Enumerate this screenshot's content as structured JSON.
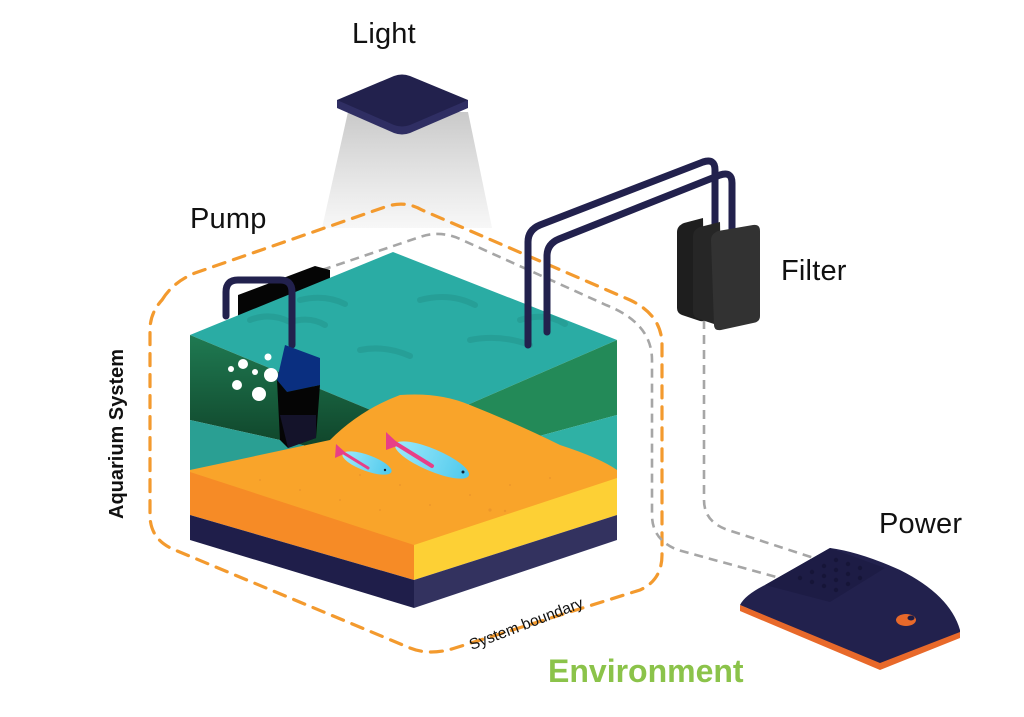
{
  "diagram": {
    "title": "Aquarium System",
    "labels": {
      "light": "Light",
      "pump": "Pump",
      "filter": "Filter",
      "power": "Power",
      "system": "Aquarium System",
      "boundary": "System boundary",
      "environment": "Environment"
    },
    "components": [
      {
        "id": "light",
        "name": "Light",
        "inside_boundary": false
      },
      {
        "id": "pump",
        "name": "Pump",
        "inside_boundary": true
      },
      {
        "id": "tank",
        "name": "Aquarium tank",
        "inside_boundary": true
      },
      {
        "id": "fish",
        "name": "Fish",
        "count": 2,
        "inside_boundary": true
      },
      {
        "id": "filter",
        "name": "Filter",
        "inside_boundary": false
      },
      {
        "id": "power",
        "name": "Power",
        "inside_boundary": false
      }
    ],
    "connections": [
      {
        "from": "filter",
        "to": "tank",
        "type": "tubes"
      },
      {
        "from": "pump",
        "to": "power",
        "type": "dashed-cable"
      },
      {
        "from": "filter",
        "to": "power",
        "type": "dashed-cable"
      }
    ],
    "colors": {
      "boundary": "#f39a2e",
      "cable": "#a6a6a6",
      "environment_text": "#8bc34a",
      "device_navy": "#22214d",
      "water": "#2aaca4",
      "water_dark": "#238a58",
      "sand": "#f9a42a",
      "sand_front": "#f68b26",
      "sand_right": "#fdd035",
      "base": "#1f1e4a",
      "filter_body": "#2d2d2d",
      "power_accent": "#e8692a",
      "fish_body": "#7fdff4",
      "fish_stripe": "#e83f87"
    }
  }
}
